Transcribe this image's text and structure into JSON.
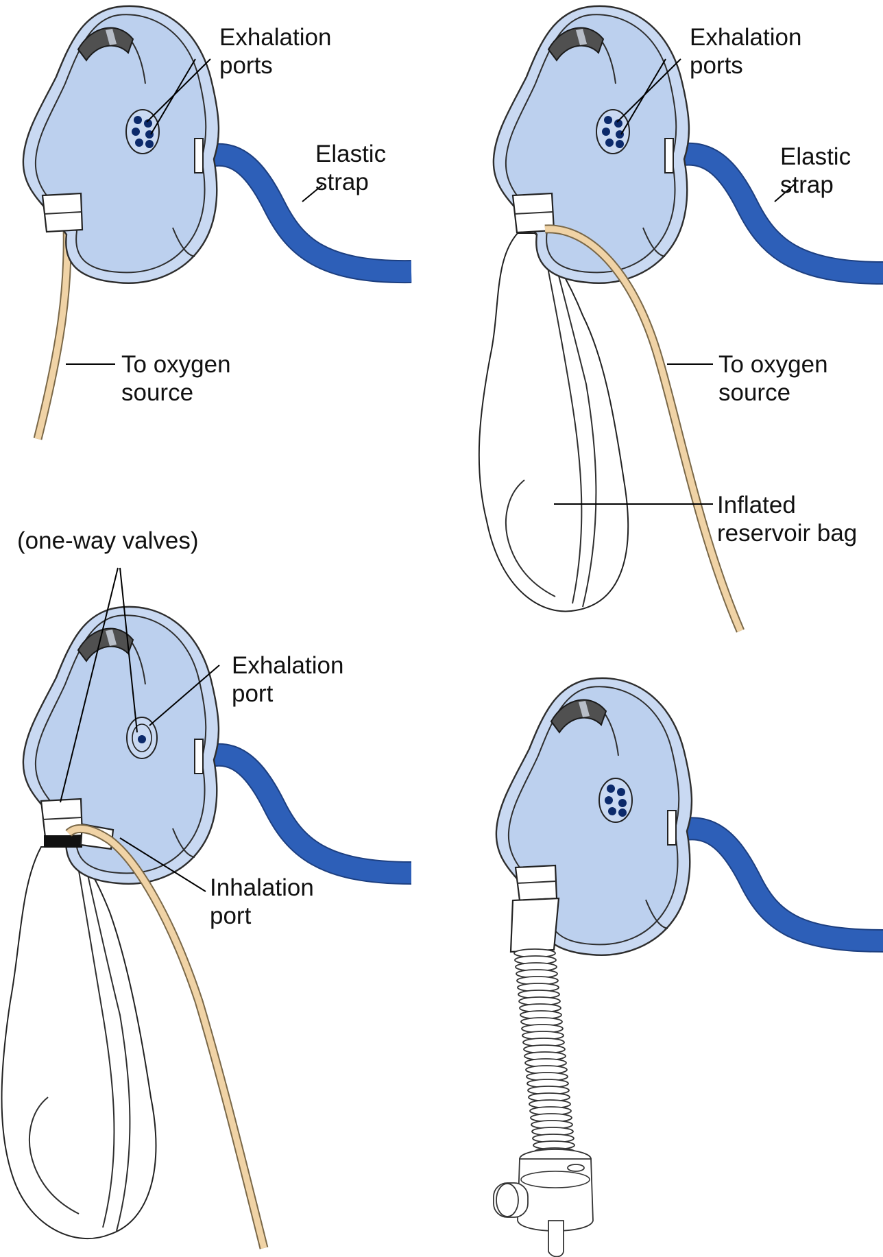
{
  "panels": {
    "top_left": {
      "exhalation_l1": "Exhalation",
      "exhalation_l2": "ports",
      "strap_l1": "Elastic",
      "strap_l2": "strap",
      "oxygen_l1": "To oxygen",
      "oxygen_l2": "source"
    },
    "top_right": {
      "exhalation_l1": "Exhalation",
      "exhalation_l2": "ports",
      "strap_l1": "Elastic",
      "strap_l2": "strap",
      "oxygen_l1": "To oxygen",
      "oxygen_l2": "source",
      "bag_l1": "Inflated",
      "bag_l2": "reservoir bag"
    },
    "bottom_left": {
      "valves": "(one-way valves)",
      "exhalation_l1": "Exhalation",
      "exhalation_l2": "port",
      "inhalation_l1": "Inhalation",
      "inhalation_l2": "port"
    }
  },
  "colors": {
    "mask": "#bcd0ee",
    "strap": "#2d5fb8",
    "tubing": "#f0d3a6",
    "exhalation_port": "#0c2a6b"
  }
}
